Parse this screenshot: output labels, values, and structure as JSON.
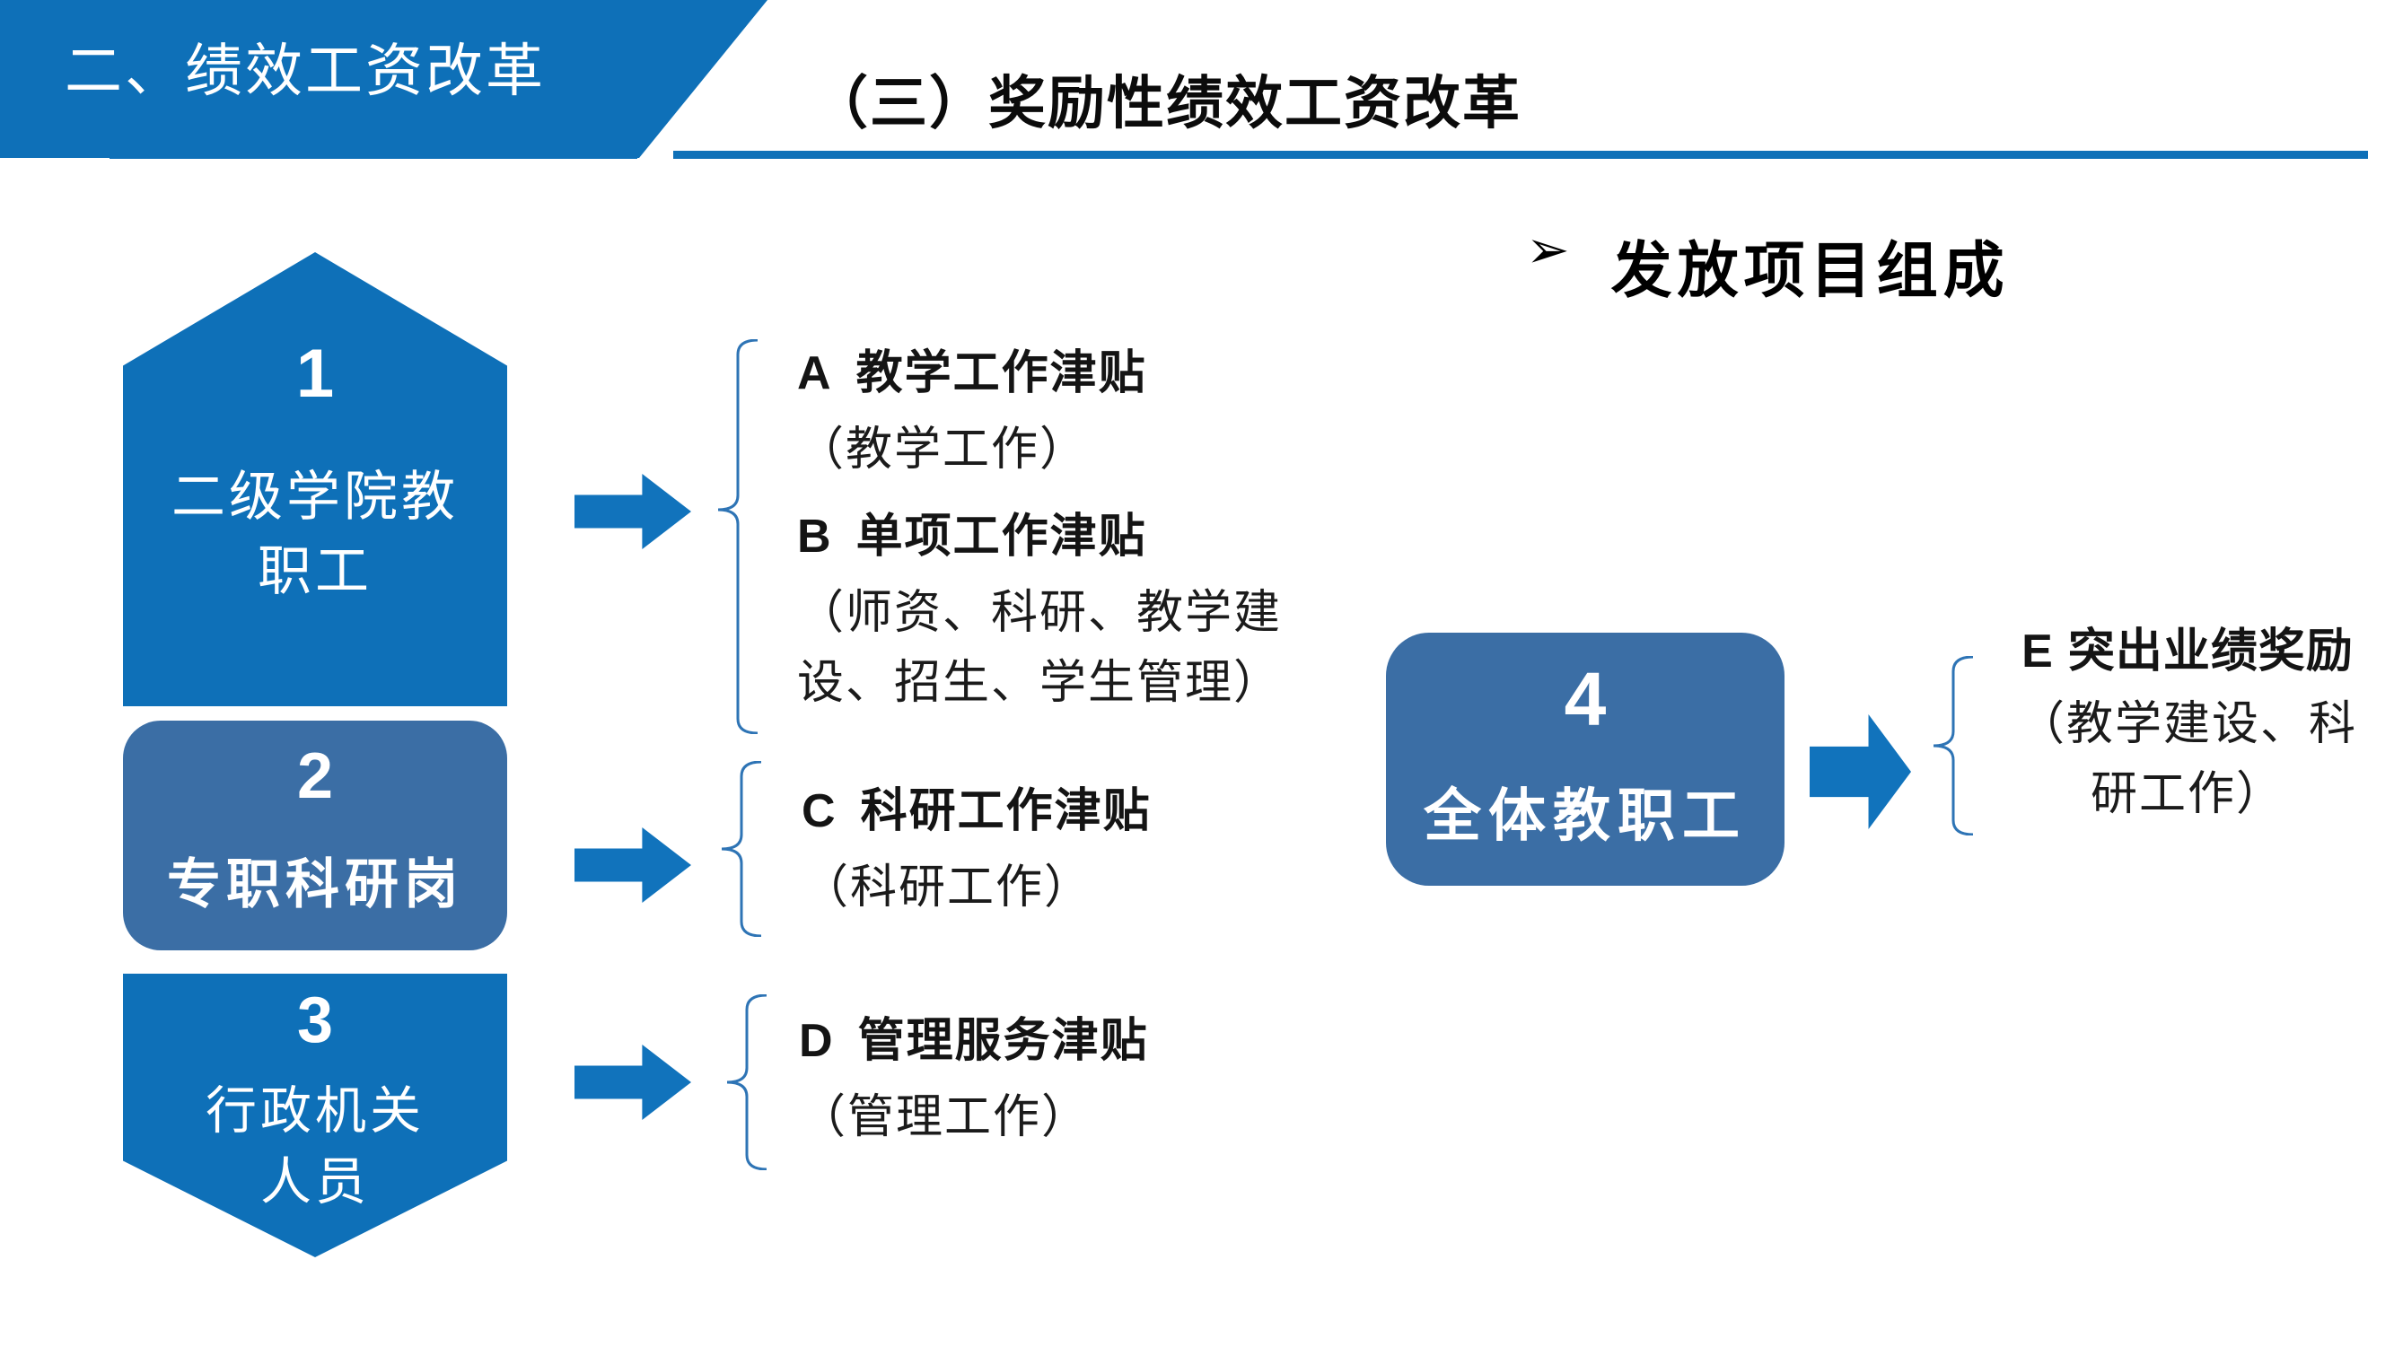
{
  "banner": {
    "label": "二、绩效工资改革"
  },
  "page_title": "（三）奖励性绩效工资改革",
  "section": {
    "bullet": "➢",
    "title": "发放项目组成"
  },
  "colors": {
    "primary_blue": "#0E70B8",
    "steel_blue": "#3B6EA5",
    "arrow_blue": "#1173BC",
    "brace_blue": "#2E74B5",
    "text_black": "#141414",
    "text_white": "#FFFFFF"
  },
  "stages": [
    {
      "number": "1",
      "label": "二级学院教职工"
    },
    {
      "number": "2",
      "label": "专职科研岗"
    },
    {
      "number": "3",
      "label": "行政机关人员"
    },
    {
      "number": "4",
      "label": "全体教职工"
    }
  ],
  "allowances": [
    {
      "letter": "A",
      "title": "教学工作津贴",
      "detail": "（教学工作）"
    },
    {
      "letter": "B",
      "title": "单项工作津贴",
      "detail": "（师资、科研、教学建设、招生、学生管理）"
    },
    {
      "letter": "C",
      "title": "科研工作津贴",
      "detail": "（科研工作）"
    },
    {
      "letter": "D",
      "title": "管理服务津贴",
      "detail": "（管理工作）"
    },
    {
      "letter": "E",
      "title": "突出业绩奖励",
      "detail": "（教学建设、科研工作）"
    }
  ]
}
